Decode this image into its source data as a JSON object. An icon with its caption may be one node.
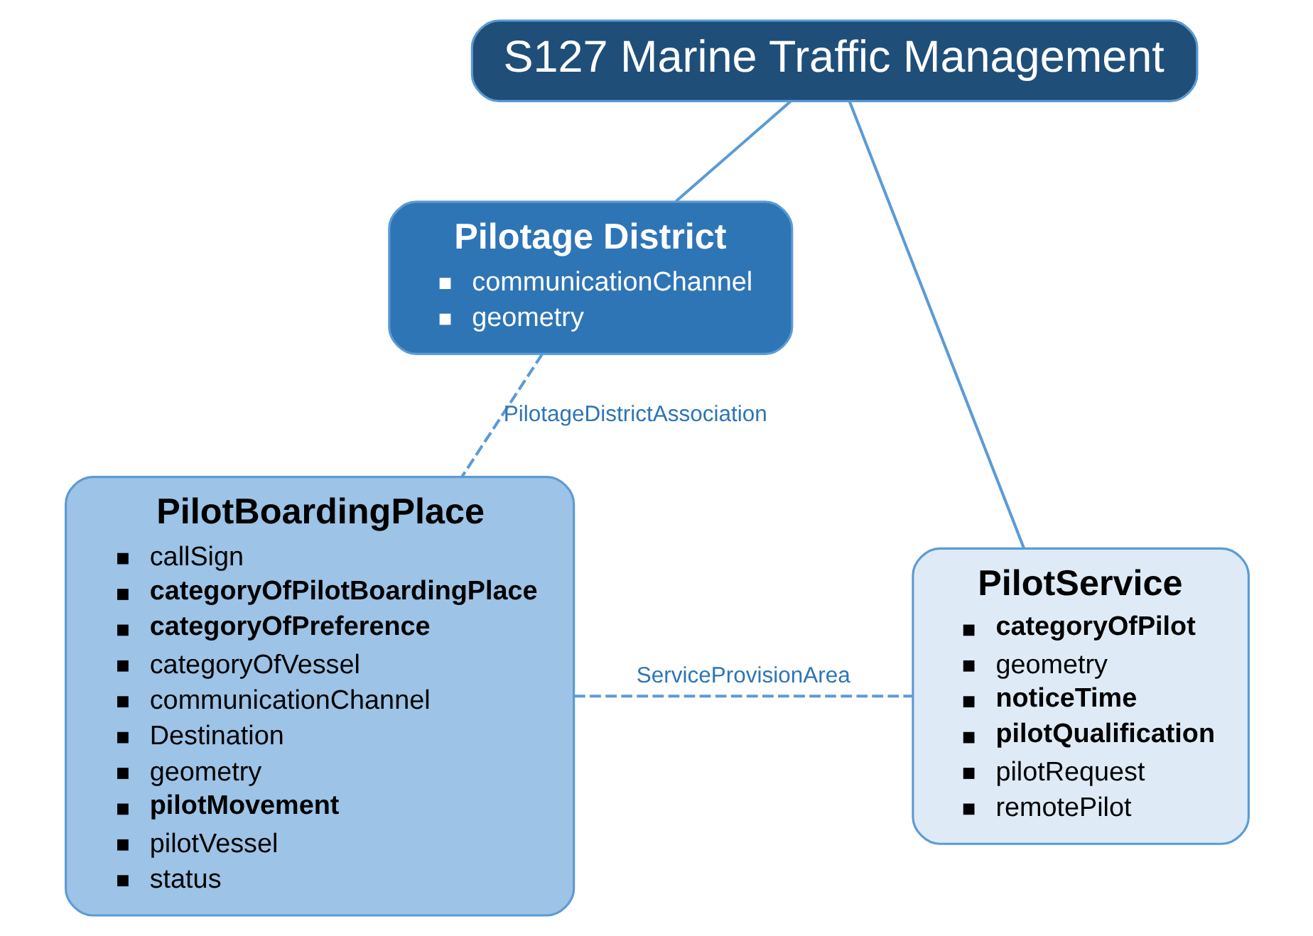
{
  "diagram": {
    "nodes": [
      {
        "text": [
          "S127 Marine Traffic Management"
        ]
      },
      {
        "text": [
          "Pilotage District",
          "communicationChannel",
          "geometry"
        ]
      },
      {
        "text": [
          "PilotBoardingPlace",
          "callSign",
          "**categoryOfPilotBoardingPlace**",
          "**categoryOfPreference**",
          "categoryOfVessel",
          "communicationChannel",
          "Destination",
          "geometry",
          "**pilotMovement**",
          "pilotVessel",
          "status"
        ]
      },
      {
        "text": [
          "PilotService",
          "**categoryOfPilot**",
          "geometry",
          "**noticeTime**",
          "**pilotQualification**",
          "pilotRequest",
          "remotePilot"
        ]
      }
    ],
    "edges": [
      {
        "from": 0,
        "to": 1,
        "arrow": "none"
      },
      {
        "from": 0,
        "to": 3,
        "arrow": "none"
      },
      {
        "from": 1,
        "to": 2,
        "arrow": "none",
        "style": "dashed",
        "label": "PilotageDistrictAssociation"
      },
      {
        "from": 2,
        "to": 3,
        "arrow": "none",
        "style": "dashed",
        "label": "ServiceProvisionArea"
      }
    ]
  }
}
